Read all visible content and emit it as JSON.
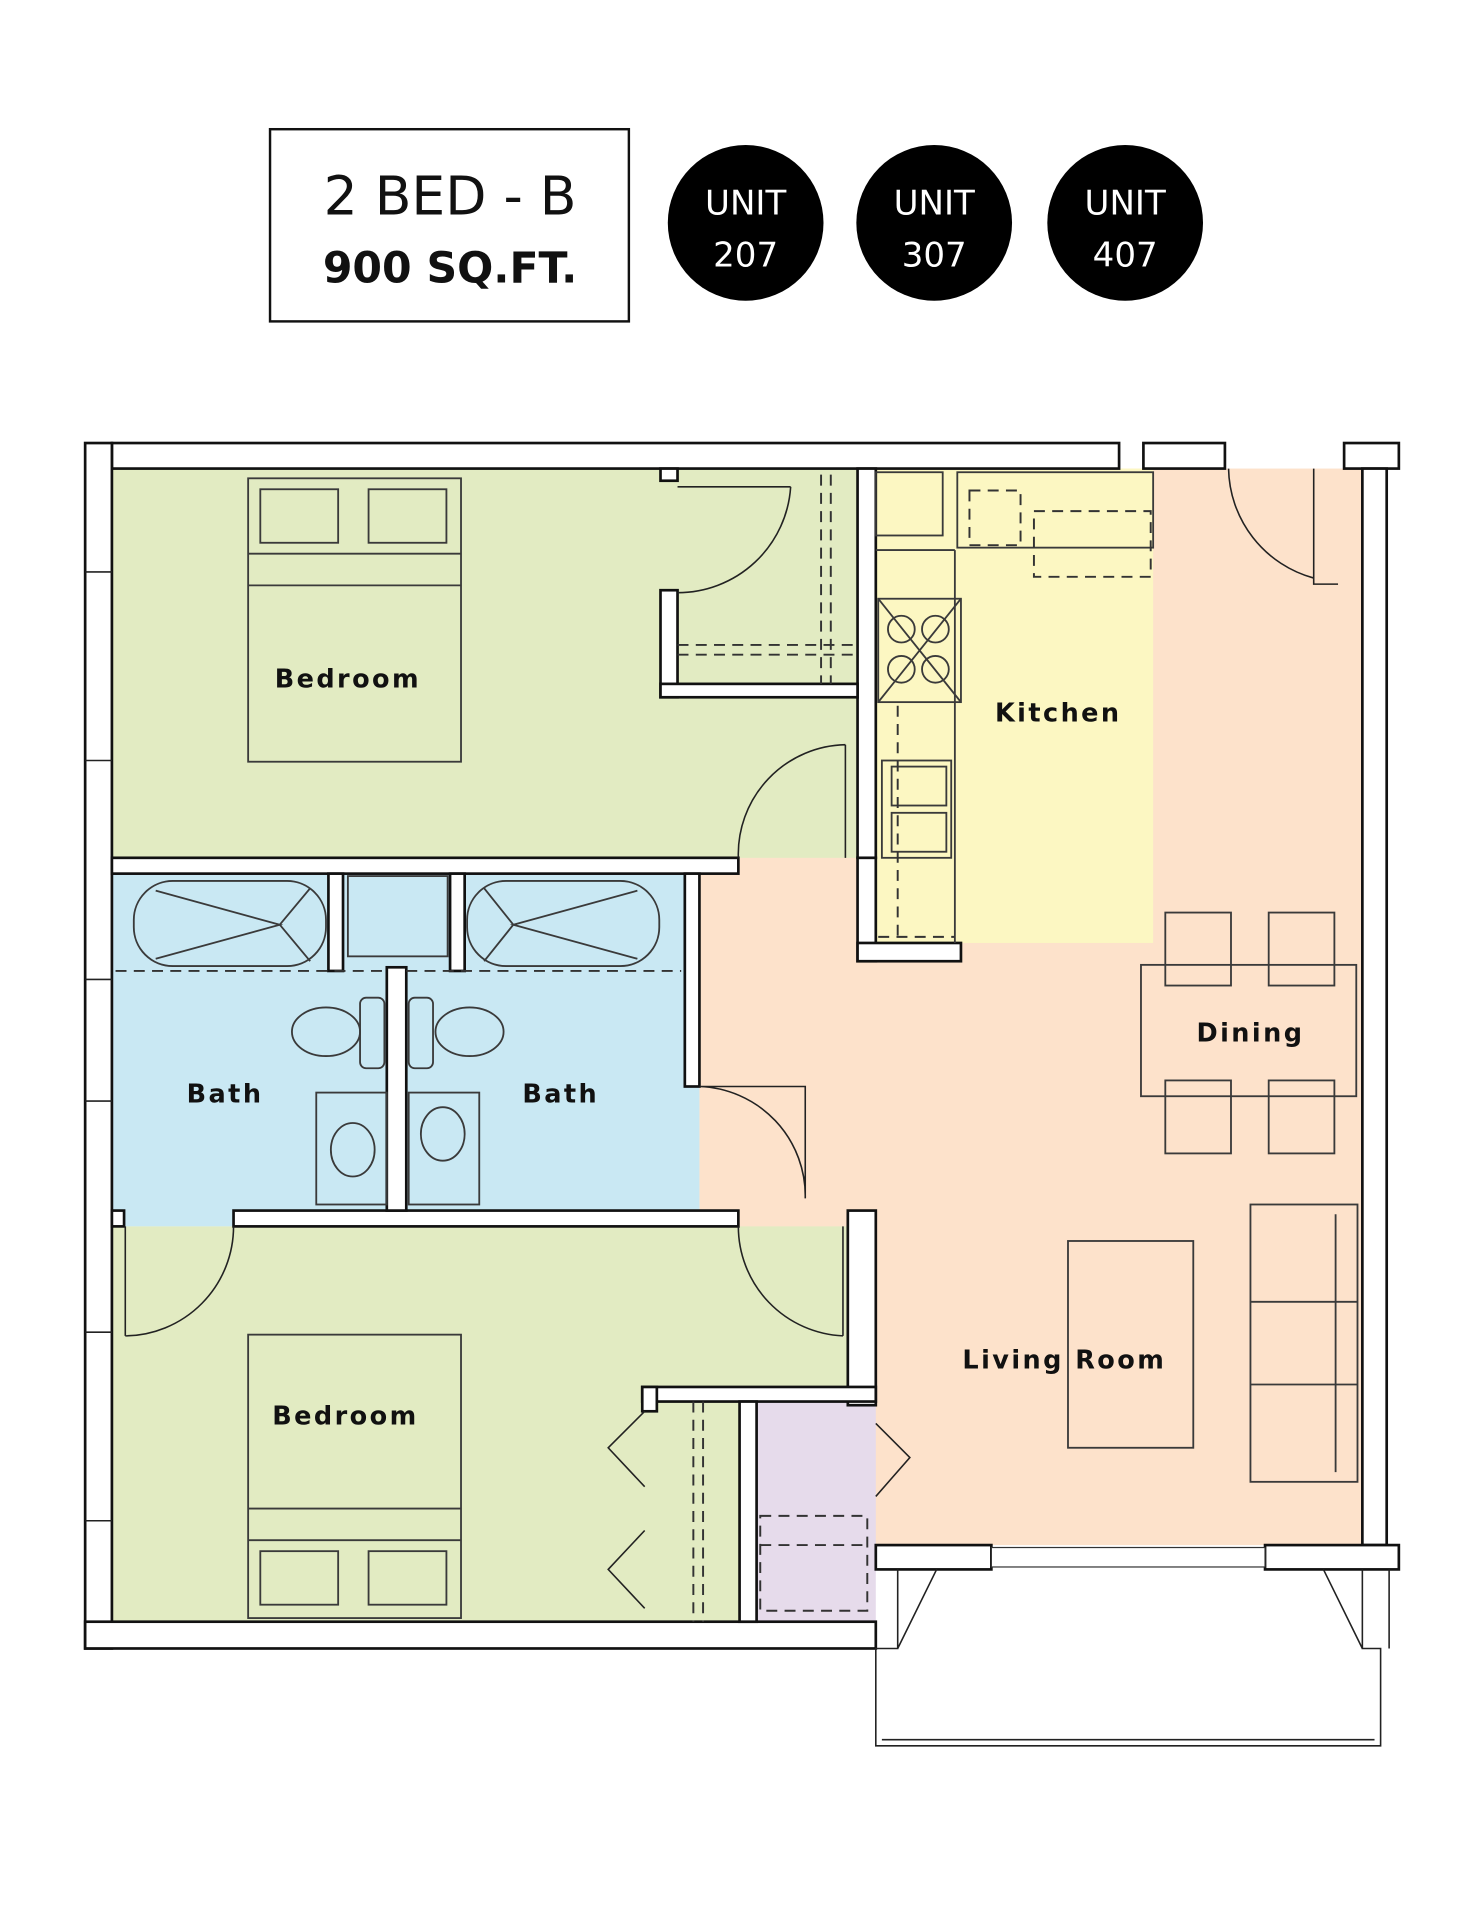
{
  "header": {
    "plan_name": "2 BED - B",
    "area": "900 SQ.FT.",
    "units": [
      {
        "label": "UNIT",
        "number": "207"
      },
      {
        "label": "UNIT",
        "number": "307"
      },
      {
        "label": "UNIT",
        "number": "407"
      }
    ]
  },
  "rooms": {
    "bedroom_top": "Bedroom",
    "kitchen": "Kitchen",
    "dining": "Dining",
    "bath_left": "Bath",
    "bath_right": "Bath",
    "living": "Living Room",
    "bedroom_bottom": "Bedroom"
  },
  "colors": {
    "bedroom": "#e2ebc2",
    "kitchen": "#fcf7c2",
    "living": "#fde2cb",
    "bath": "#c9e8f3",
    "closet": "#e6dbeb"
  }
}
